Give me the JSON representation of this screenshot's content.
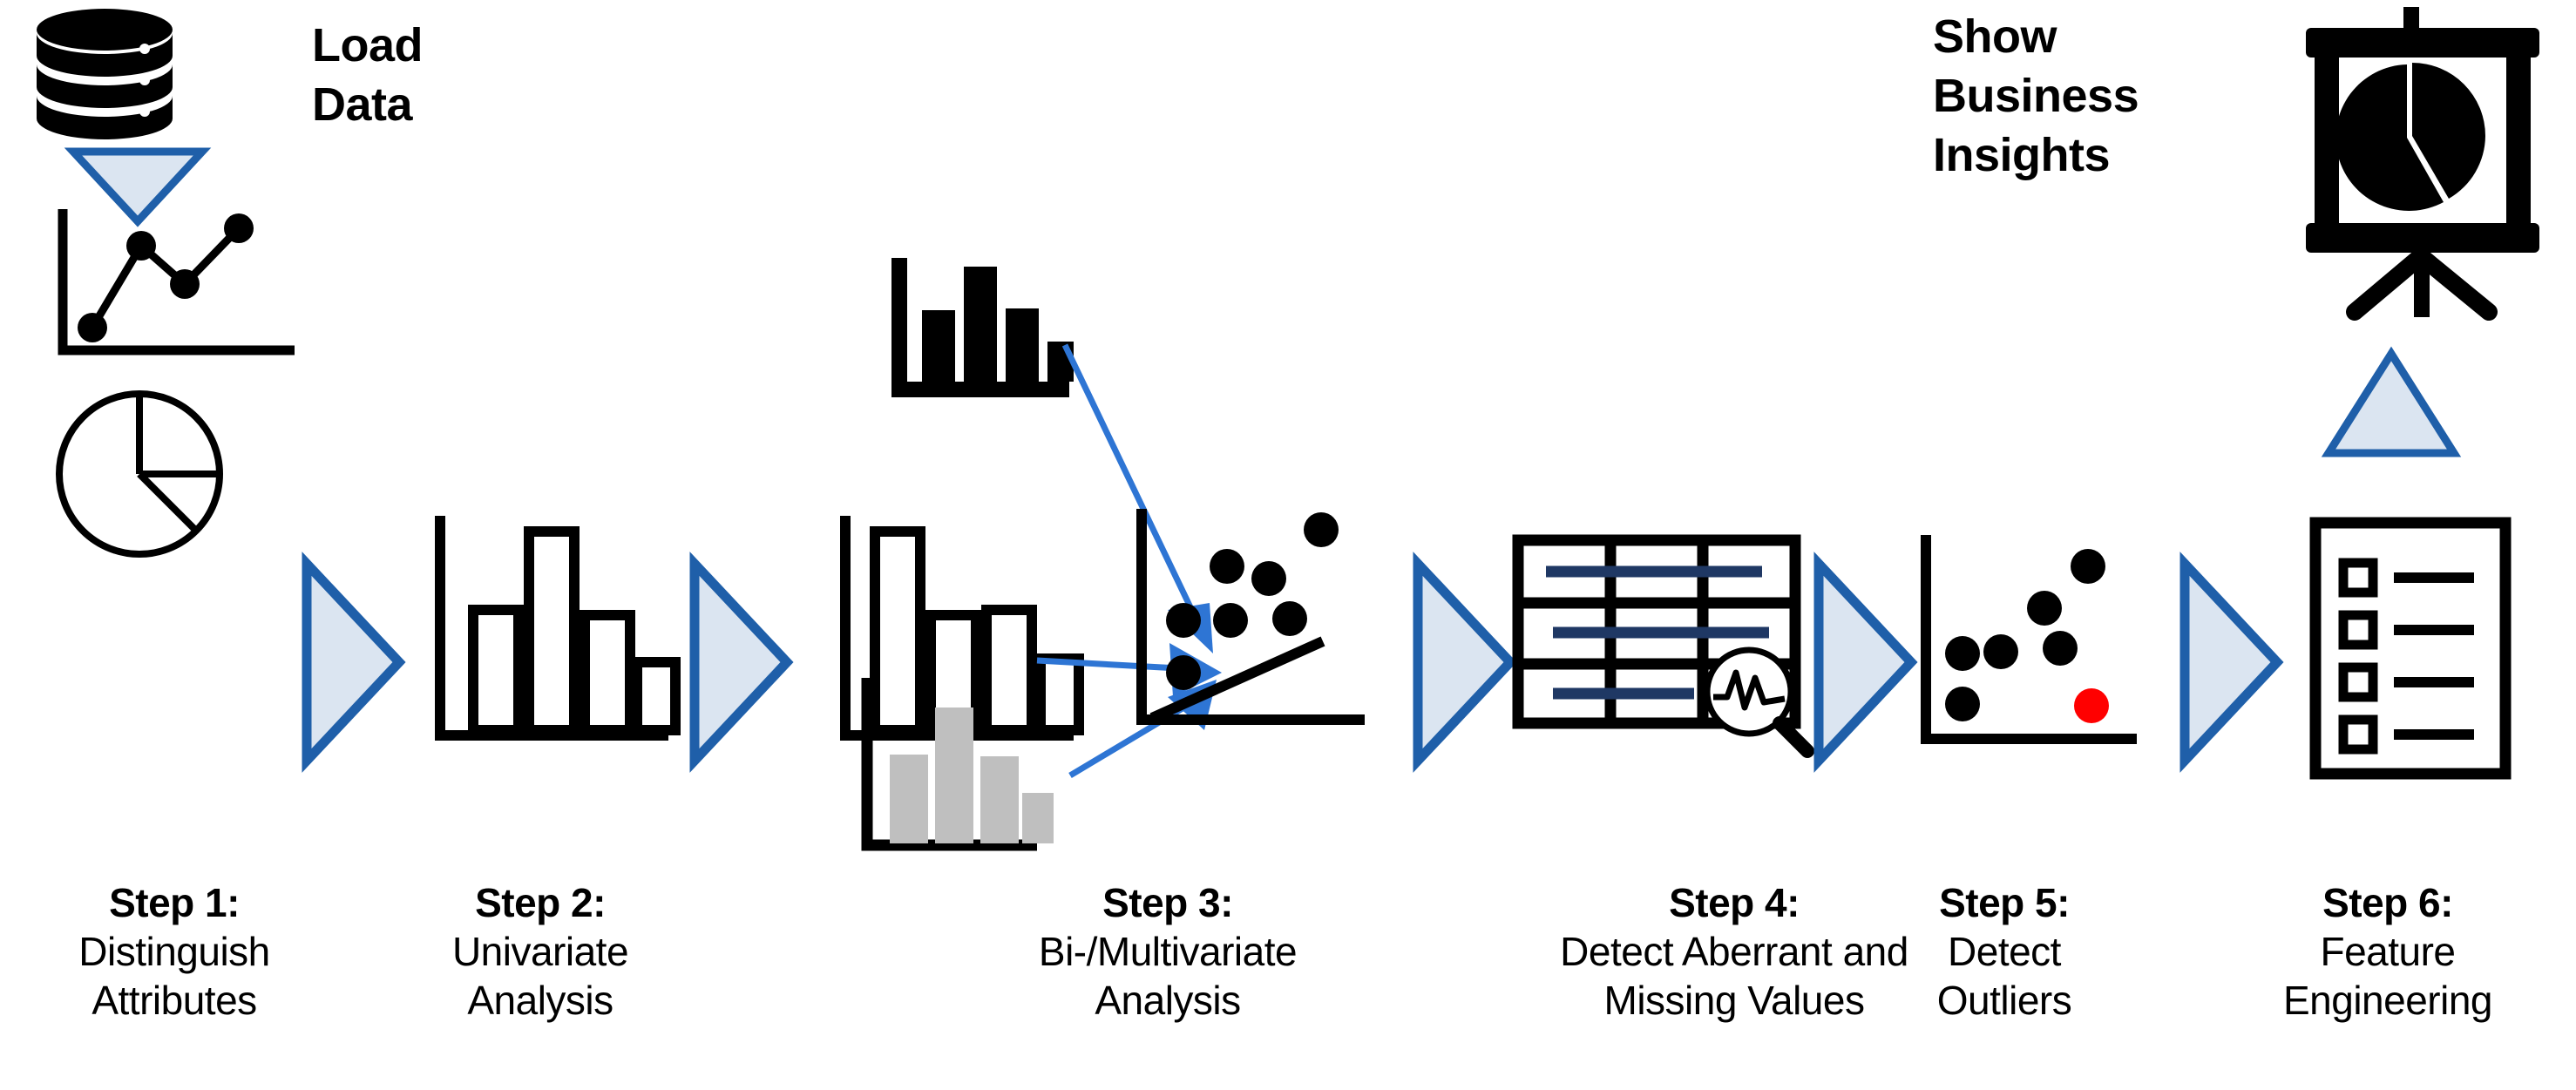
{
  "diagram": {
    "title_not_shown": "",
    "accent_colors": {
      "arrow_stroke": "#1F5FA9",
      "arrow_fill": "#DBE5F1",
      "thin_arrow": "#2E75D4",
      "table_line": "#1F3864",
      "gray_bar": "#BFBFBF",
      "outlier_red": "#FF0000",
      "ink": "#000000"
    },
    "entry": {
      "icon": "database-icon",
      "label_line1": "Load",
      "label_line2": "Data",
      "connector": "down-triangle-arrow"
    },
    "exit": {
      "icon": "presentation-board-pie-icon",
      "label_line1": "Show",
      "label_line2": "Business",
      "label_line3": "Insights",
      "connector": "up-triangle-arrow"
    },
    "steps": [
      {
        "id": "step-1",
        "head": "Step 1:",
        "line1": "Distinguish",
        "line2": "Attributes",
        "icons": [
          "line-chart-icon",
          "pie-chart-icon"
        ]
      },
      {
        "id": "step-2",
        "head": "Step 2:",
        "line1": "Univariate",
        "line2": "Analysis",
        "icons": [
          "bar-chart-outline-icon"
        ]
      },
      {
        "id": "step-3",
        "head": "Step 3:",
        "line1": "Bi-/Multivariate",
        "line2": "Analysis",
        "icons": [
          "bar-chart-outline-icon",
          "bar-chart-filled-icon",
          "bar-chart-gray-icon",
          "scatter-plot-trend-icon"
        ]
      },
      {
        "id": "step-4",
        "head": "Step 4:",
        "line1": "Detect Aberrant and",
        "line2": "Missing Values",
        "icons": [
          "data-table-magnifier-icon"
        ]
      },
      {
        "id": "step-5",
        "head": "Step 5:",
        "line1": "Detect",
        "line2": "Outliers",
        "icons": [
          "scatter-plot-outlier-icon"
        ]
      },
      {
        "id": "step-6",
        "head": "Step 6:",
        "line1": "Feature",
        "line2": "Engineering",
        "icons": [
          "checklist-document-icon"
        ]
      }
    ],
    "flow_arrows": [
      {
        "id": "arrow-1-2",
        "direction": "right"
      },
      {
        "id": "arrow-2-3",
        "direction": "right"
      },
      {
        "id": "arrow-3-4",
        "direction": "right"
      },
      {
        "id": "arrow-4-5",
        "direction": "right"
      },
      {
        "id": "arrow-5-6",
        "direction": "right"
      }
    ],
    "converge_arrows": [
      {
        "id": "converge-from-filled-bars"
      },
      {
        "id": "converge-from-outline-bars"
      },
      {
        "id": "converge-from-gray-bars"
      }
    ]
  },
  "chart_data": [
    {
      "type": "line",
      "id": "step1-line-chart",
      "title": "",
      "x": [
        1,
        2,
        3,
        4
      ],
      "values": [
        12,
        72,
        40,
        88
      ],
      "grid": false,
      "xlabel": "",
      "ylabel": ""
    },
    {
      "type": "pie",
      "id": "step1-pie-chart",
      "title": "",
      "labels": [
        "slice-a",
        "slice-b",
        "slice-c"
      ],
      "values": [
        25,
        25,
        50
      ]
    },
    {
      "type": "bar",
      "id": "step2-bar-chart",
      "title": "",
      "categories": [
        "b1",
        "b2",
        "b3",
        "b4"
      ],
      "values": [
        62,
        88,
        60,
        33
      ],
      "ylim": [
        0,
        100
      ],
      "grid": false,
      "xlabel": "",
      "ylabel": ""
    },
    {
      "type": "bar",
      "id": "step3-bar-outline",
      "title": "",
      "categories": [
        "b1",
        "b2",
        "b3",
        "b4"
      ],
      "values": [
        88,
        60,
        62,
        38
      ],
      "ylim": [
        0,
        100
      ],
      "grid": false,
      "xlabel": "",
      "ylabel": ""
    },
    {
      "type": "bar",
      "id": "step3-bar-filled",
      "title": "",
      "categories": [
        "b1",
        "b2",
        "b3",
        "b4"
      ],
      "values": [
        62,
        88,
        55,
        33
      ],
      "ylim": [
        0,
        100
      ],
      "grid": false,
      "xlabel": "",
      "ylabel": ""
    },
    {
      "type": "bar",
      "id": "step3-bar-gray",
      "title": "",
      "categories": [
        "b1",
        "b2",
        "b3",
        "b4"
      ],
      "values": [
        62,
        92,
        60,
        33
      ],
      "ylim": [
        0,
        100
      ],
      "grid": false,
      "xlabel": "",
      "ylabel": ""
    },
    {
      "type": "scatter",
      "id": "step3-scatter-trend",
      "title": "",
      "x": [
        12,
        30,
        45,
        57,
        70,
        80,
        88
      ],
      "y": [
        18,
        48,
        48,
        70,
        48,
        62,
        82
      ],
      "trendline": {
        "x": [
          2,
          80
        ],
        "y": [
          2,
          42
        ]
      },
      "grid": false,
      "xlabel": "",
      "ylabel": ""
    },
    {
      "type": "scatter",
      "id": "step5-scatter-outlier",
      "title": "",
      "x": [
        18,
        18,
        40,
        62,
        68,
        85
      ],
      "y": [
        18,
        45,
        45,
        70,
        45,
        88
      ],
      "outliers": [
        {
          "x": 85,
          "y": 10,
          "color": "#FF0000"
        }
      ],
      "grid": false,
      "xlabel": "",
      "ylabel": ""
    },
    {
      "type": "pie",
      "id": "exit-board-pie",
      "title": "",
      "labels": [
        "slice-a",
        "slice-b",
        "slice-c"
      ],
      "values": [
        25,
        25,
        50
      ]
    },
    {
      "type": "table",
      "id": "step4-data-table",
      "title": "",
      "rows": 3,
      "columns": 3,
      "filled_line_rows": [
        1,
        2,
        3
      ],
      "annotation": "magnifier-waveform"
    }
  ]
}
